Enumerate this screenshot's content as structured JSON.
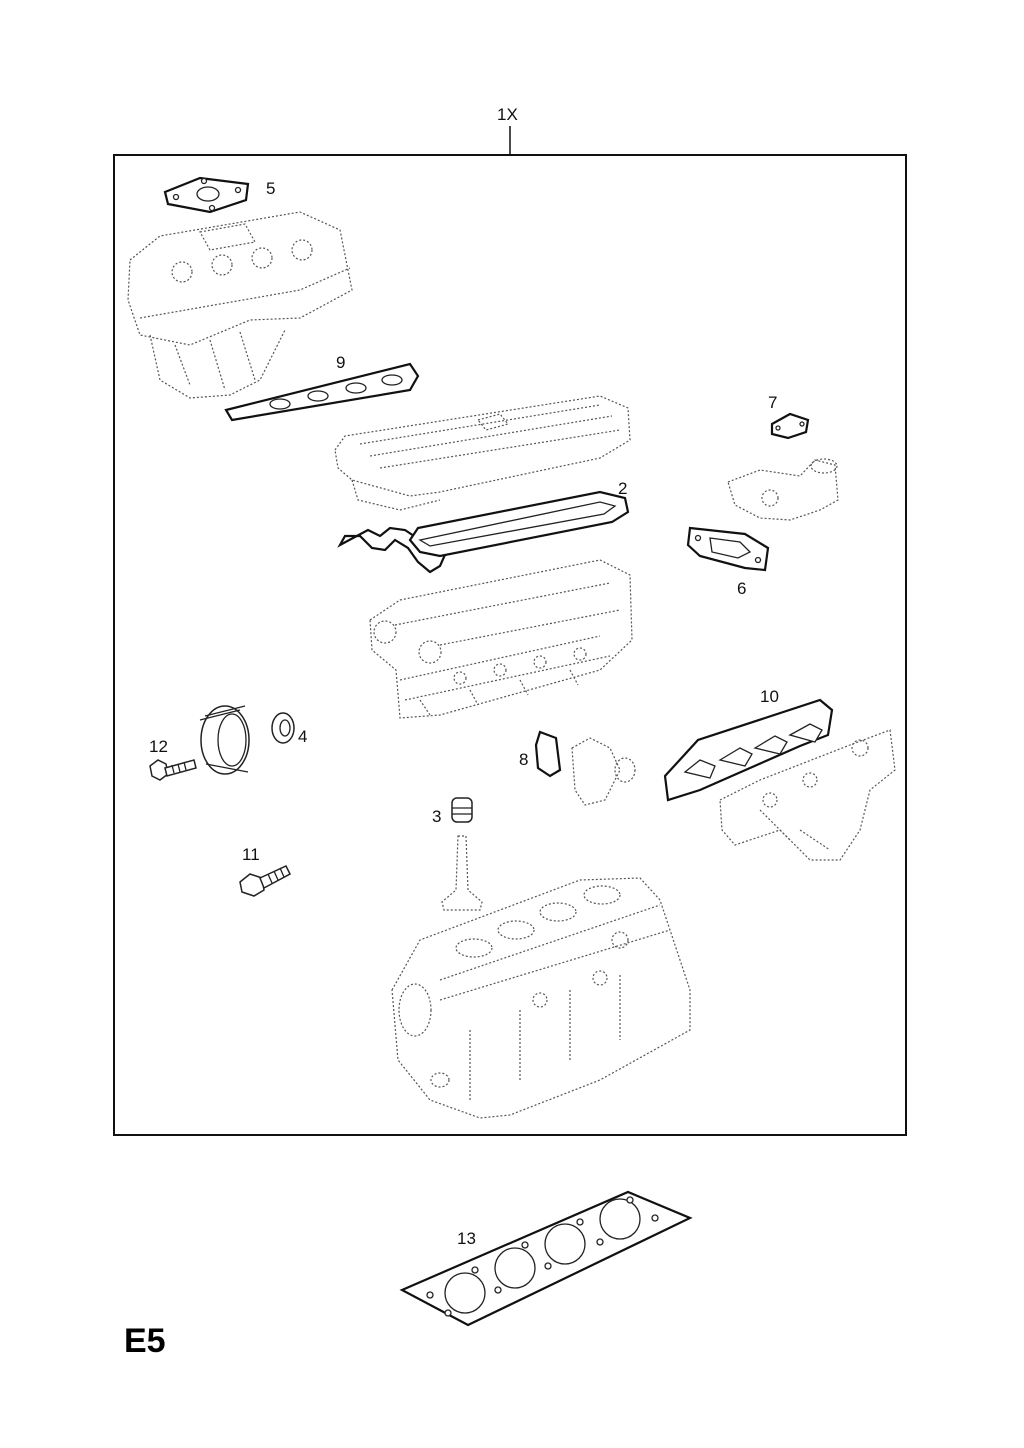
{
  "kit_label": "1X",
  "page_code": "E5",
  "callouts": {
    "c2": "2",
    "c3": "3",
    "c4": "4",
    "c5": "5",
    "c6": "6",
    "c7": "7",
    "c8": "8",
    "c9": "9",
    "c10": "10",
    "c11": "11",
    "c12": "12",
    "c13": "13"
  }
}
